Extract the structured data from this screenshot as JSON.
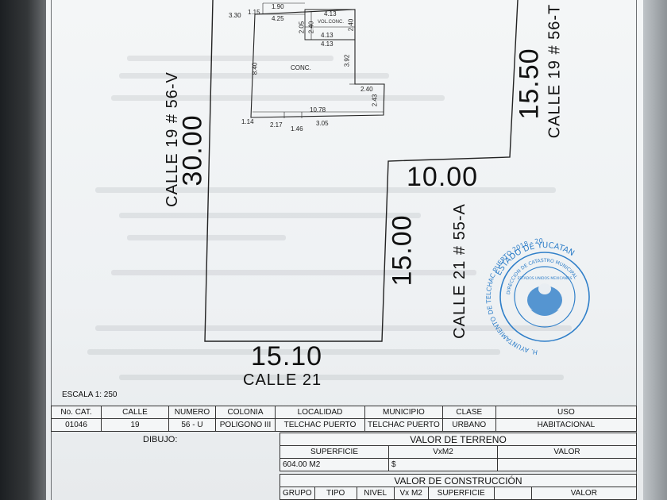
{
  "plot": {
    "frontage_labels": {
      "top_right": "15.50",
      "left": "30.00",
      "inner_top": "10.00",
      "inner_vertical": "15.00",
      "bottom": "15.10"
    },
    "streets": {
      "left": "CALLE 19 # 56-V",
      "right": "CALLE 19 # 56-T",
      "inner": "CALLE 21 # 55-A",
      "bottom": "CALLE 21"
    },
    "building": {
      "label_conc": "CONC.",
      "label_vol": "VOL.CONC.",
      "dims": {
        "d330": "3.30",
        "d115": "1.15",
        "d190": "1.90",
        "d425": "4.25",
        "d413a": "4.13",
        "d413b": "4.13",
        "d413c": "4.13",
        "d205": "2.05",
        "d240a": "2.40",
        "d240b": "2.40",
        "d840": "8.40",
        "d392": "3.92",
        "d240c": "2.40",
        "d243": "2.43",
        "d1078": "10.78",
        "d114": "1.14",
        "d217": "2.17",
        "d146": "1.46",
        "d305": "3.05"
      }
    }
  },
  "stamp": {
    "outer_text": "ESTADO DE YUCATAN",
    "ring_text": "H. AYUNTAMIENTO DE TELCHAC PUERTO 2018 - 2021",
    "inner_text": "DIRECCION DE CATASTRO MUNICIPAL",
    "center_text": "ESTADOS UNIDOS MEXICANOS",
    "color": "#2f7fc9"
  },
  "scale": "ESCALA   1: 250",
  "info_table": {
    "headers": [
      "No. CAT.",
      "CALLE",
      "NUMERO",
      "COLONIA",
      "LOCALIDAD",
      "MUNICIPIO",
      "CLASE",
      "USO"
    ],
    "values": [
      "01046",
      "19",
      "56 - U",
      "POLIGONO III",
      "TELCHAC PUERTO",
      "TELCHAC PUERTO",
      "URBANO",
      "HABITACIONAL"
    ]
  },
  "dibujo_label": "DIBUJO:",
  "terreno": {
    "title": "VALOR DE TERRENO",
    "headers": [
      "SUPERFICIE",
      "VxM2",
      "VALOR"
    ],
    "values": [
      "604.00 M2",
      "$",
      ""
    ]
  },
  "construccion": {
    "title": "VALOR DE CONSTRUCCIÓN",
    "headers": [
      "GRUPO",
      "TIPO",
      "NIVEL",
      "Vx M2",
      "SUPERFICIE",
      "",
      "VALOR"
    ]
  }
}
